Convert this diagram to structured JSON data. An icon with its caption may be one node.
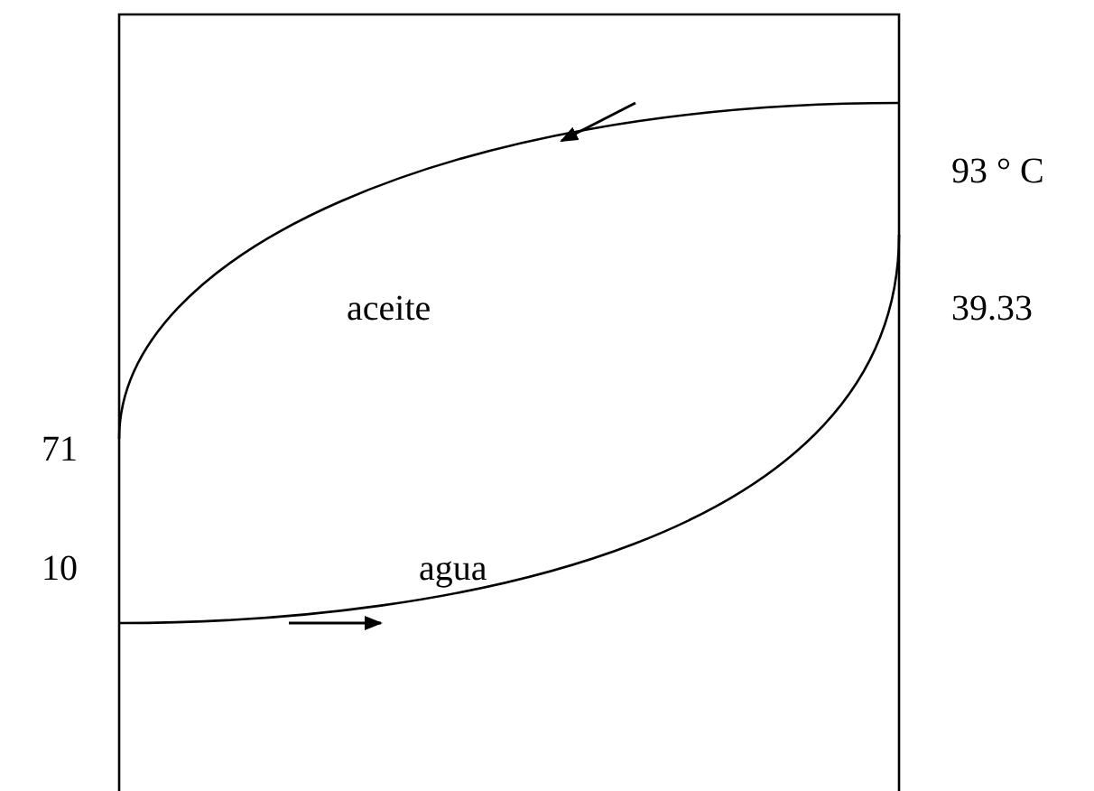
{
  "diagram": {
    "labels": [
      "93 ° C",
      "aceite",
      "39.33",
      "71",
      "10",
      "agua"
    ]
  }
}
